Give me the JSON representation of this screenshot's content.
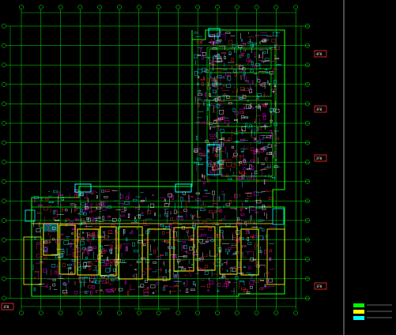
{
  "drawing": {
    "title": "",
    "background": "#000000",
    "grid_color": "#00ff00",
    "wall_color": "#ffff00",
    "detail_colors": [
      "#ffffff",
      "#00ffff",
      "#ff3030",
      "#ff00ff"
    ]
  },
  "side_tags": [
    {
      "id": "tag-1",
      "text": "4F0"
    },
    {
      "id": "tag-2",
      "text": "3F0"
    },
    {
      "id": "tag-3",
      "text": "2F0"
    },
    {
      "id": "tag-4",
      "text": "1F0"
    },
    {
      "id": "tag-5",
      "text": "1F0"
    }
  ],
  "legend": {
    "entries": [
      {
        "color": "#00ff00",
        "text": ""
      },
      {
        "color": "#ffff00",
        "text": ""
      },
      {
        "color": "#00ffff",
        "text": ""
      }
    ]
  }
}
